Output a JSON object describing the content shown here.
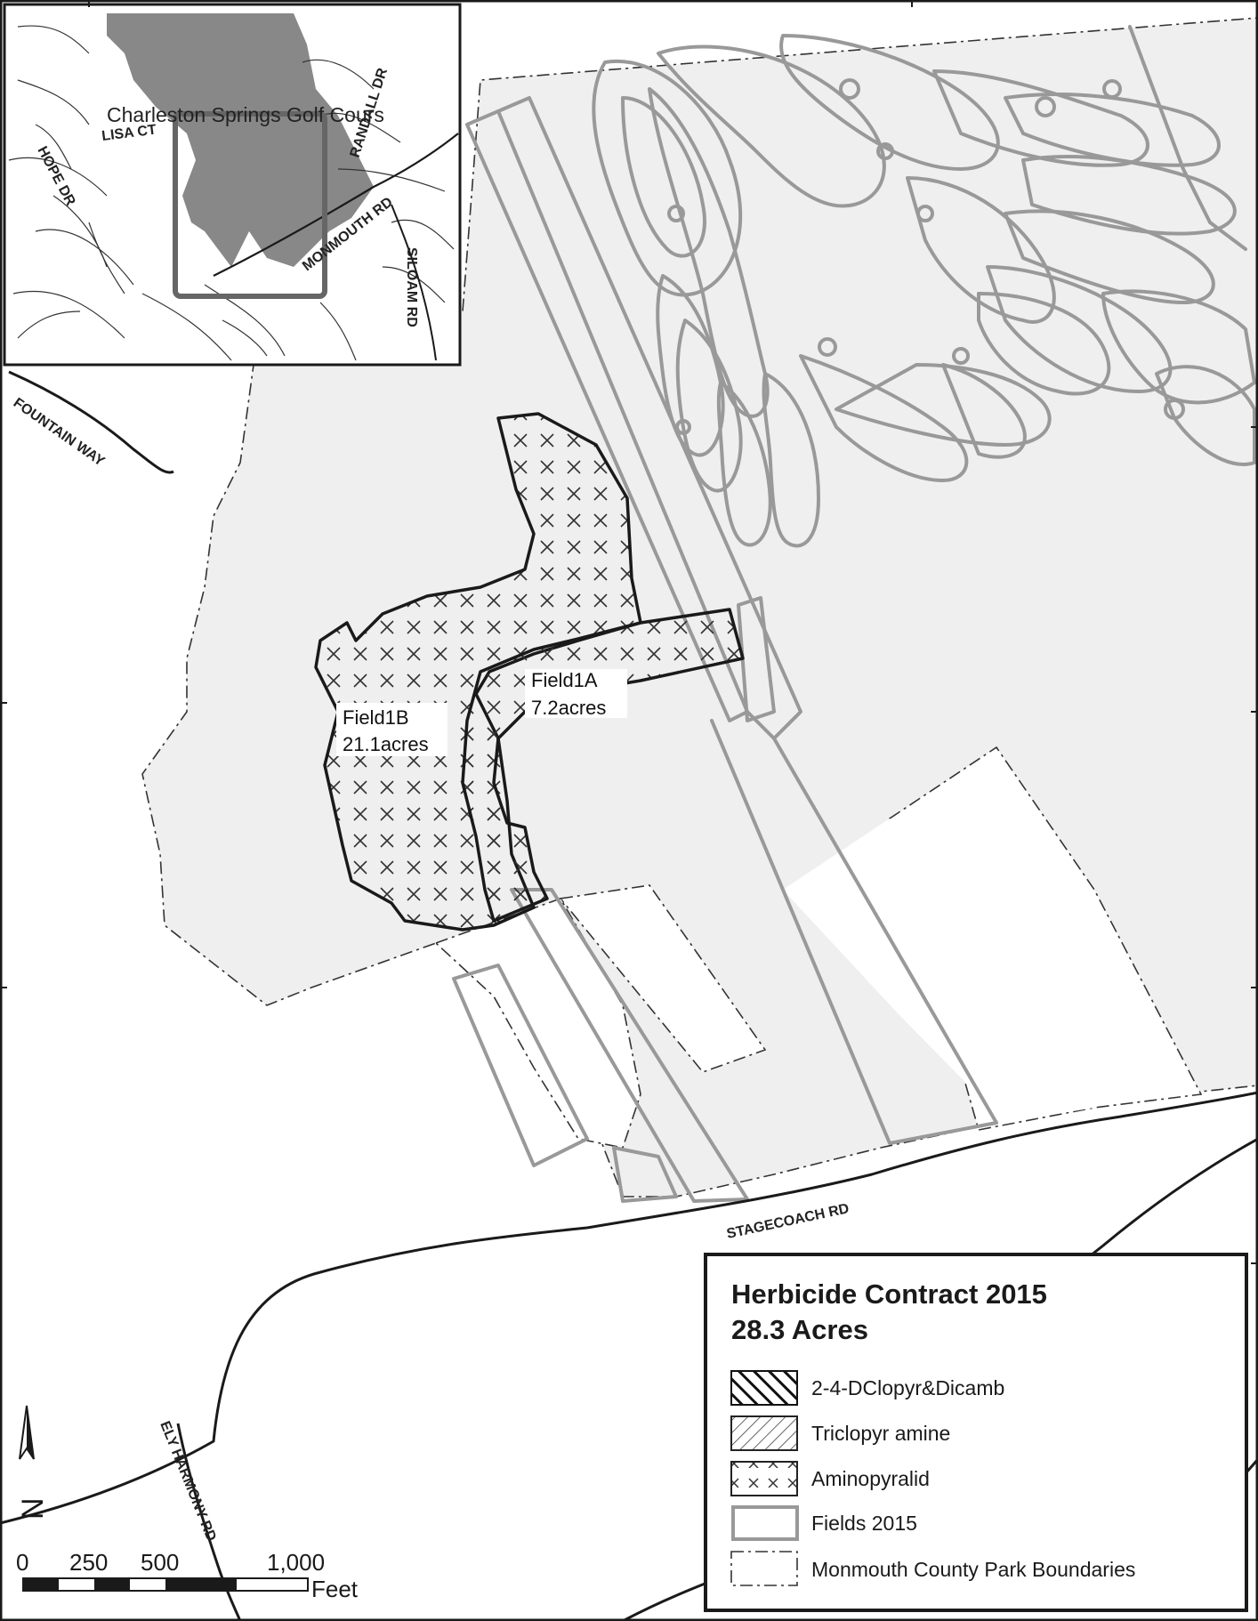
{
  "roads": {
    "fountain_way": "FOUNTAIN WAY",
    "stagecoach_rd": "STAGECOACH RD",
    "ely_harmony": "ELY HARMONY RD"
  },
  "fields": [
    {
      "name": "Field1B",
      "acres": "21.1acres"
    },
    {
      "name": "Field1A",
      "acres": "7.2acres"
    }
  ],
  "inset": {
    "title": "Charleston Springs Golf Cours",
    "roads": {
      "lisa_ct": "LISA CT",
      "hope_dr": "HOPE DR",
      "randall_dr": "RANDALL DR",
      "monmouth_rd": "MONMOUTH RD",
      "siloam_rd": "SILOAM RD"
    }
  },
  "legend": {
    "title_line1": "Herbicide Contract 2015",
    "title_line2": "28.3 Acres",
    "items": [
      {
        "label": "2-4-DClopyr&Dicamb",
        "symbol": "dense-diagonal-hatch"
      },
      {
        "label": "Triclopyr amine",
        "symbol": "diagonal-hatch"
      },
      {
        "label": "Aminopyralid",
        "symbol": "x-pattern"
      },
      {
        "label": "Fields 2015",
        "symbol": "gray-outline"
      },
      {
        "label": "Monmouth County Park Boundaries",
        "symbol": "dash-dot-outline"
      }
    ]
  },
  "scale_bar": {
    "ticks": [
      "0",
      "250",
      "500",
      "1,000"
    ],
    "unit": "Feet"
  },
  "north_arrow": {
    "label": "N"
  },
  "colors": {
    "park_fill": "#efefef",
    "field_outline": "#999999",
    "road": "#1a1a1a",
    "inset_shade": "#888888"
  }
}
